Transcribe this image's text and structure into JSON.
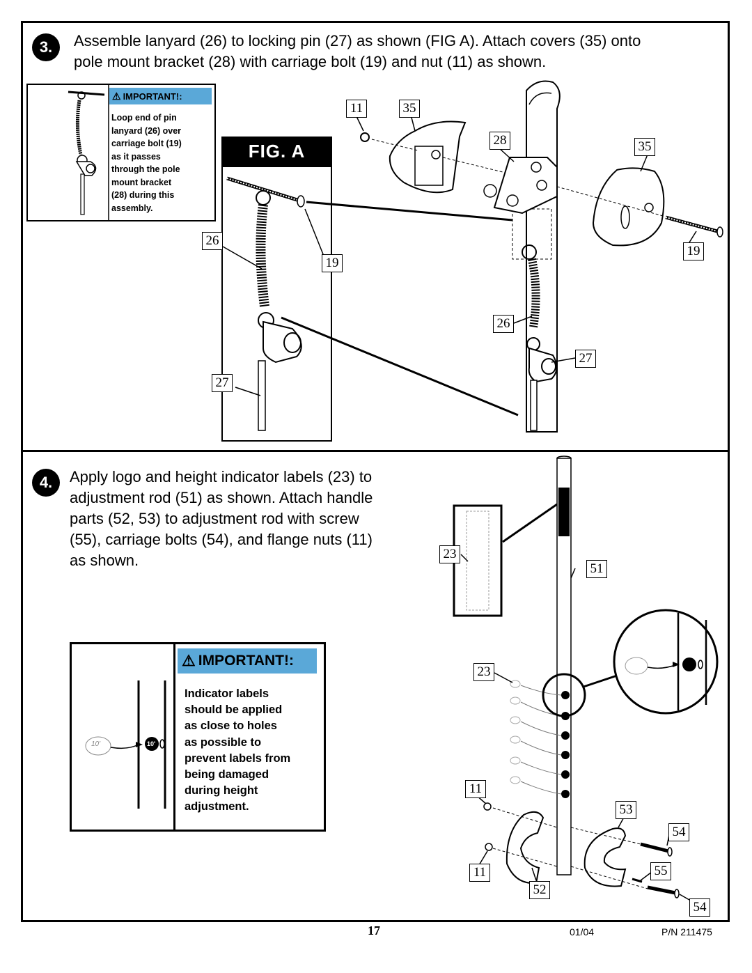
{
  "step3": {
    "number": "3.",
    "text_line1": "Assemble lanyard (26) to locking pin (27) as shown (FIG A). Attach covers (35) onto",
    "text_line2": "pole mount bracket (28) with carriage bolt (19) and nut (11) as shown.",
    "important_title": "IMPORTANT!:",
    "important_lines": [
      "Loop end of pin",
      "lanyard (26) over",
      "carriage bolt (19)",
      "as it passes",
      "through the pole",
      "mount bracket",
      "(28) during this",
      "assembly."
    ],
    "fig_label": "FIG. A",
    "callouts": {
      "n11": "11",
      "n35a": "35",
      "n28": "28",
      "n35b": "35",
      "n19a": "19",
      "n26a": "26",
      "n19b": "19",
      "n26b": "26",
      "n27a": "27",
      "n27b": "27"
    }
  },
  "step4": {
    "number": "4.",
    "text_lines": [
      "Apply logo and height indicator labels (23) to",
      "adjustment rod (51) as shown.  Attach handle",
      "parts (52, 53) to adjustment rod with screw",
      "(55), carriage bolts (54), and flange nuts (11)",
      "as shown."
    ],
    "important_title": "IMPORTANT!:",
    "important_lines": [
      "Indicator labels",
      "should be applied",
      "as close to holes",
      "as possible to",
      "prevent labels from",
      "being damaged",
      "during height",
      "adjustment."
    ],
    "label_sample": "10'",
    "callouts": {
      "n23a": "23",
      "n51": "51",
      "n23b": "23",
      "n11a": "11",
      "n53": "53",
      "n54a": "54",
      "n11b": "11",
      "n55": "55",
      "n52": "52",
      "n54b": "54"
    }
  },
  "footer": {
    "page": "17",
    "date": "01/04",
    "part_number": "P/N 211475"
  }
}
